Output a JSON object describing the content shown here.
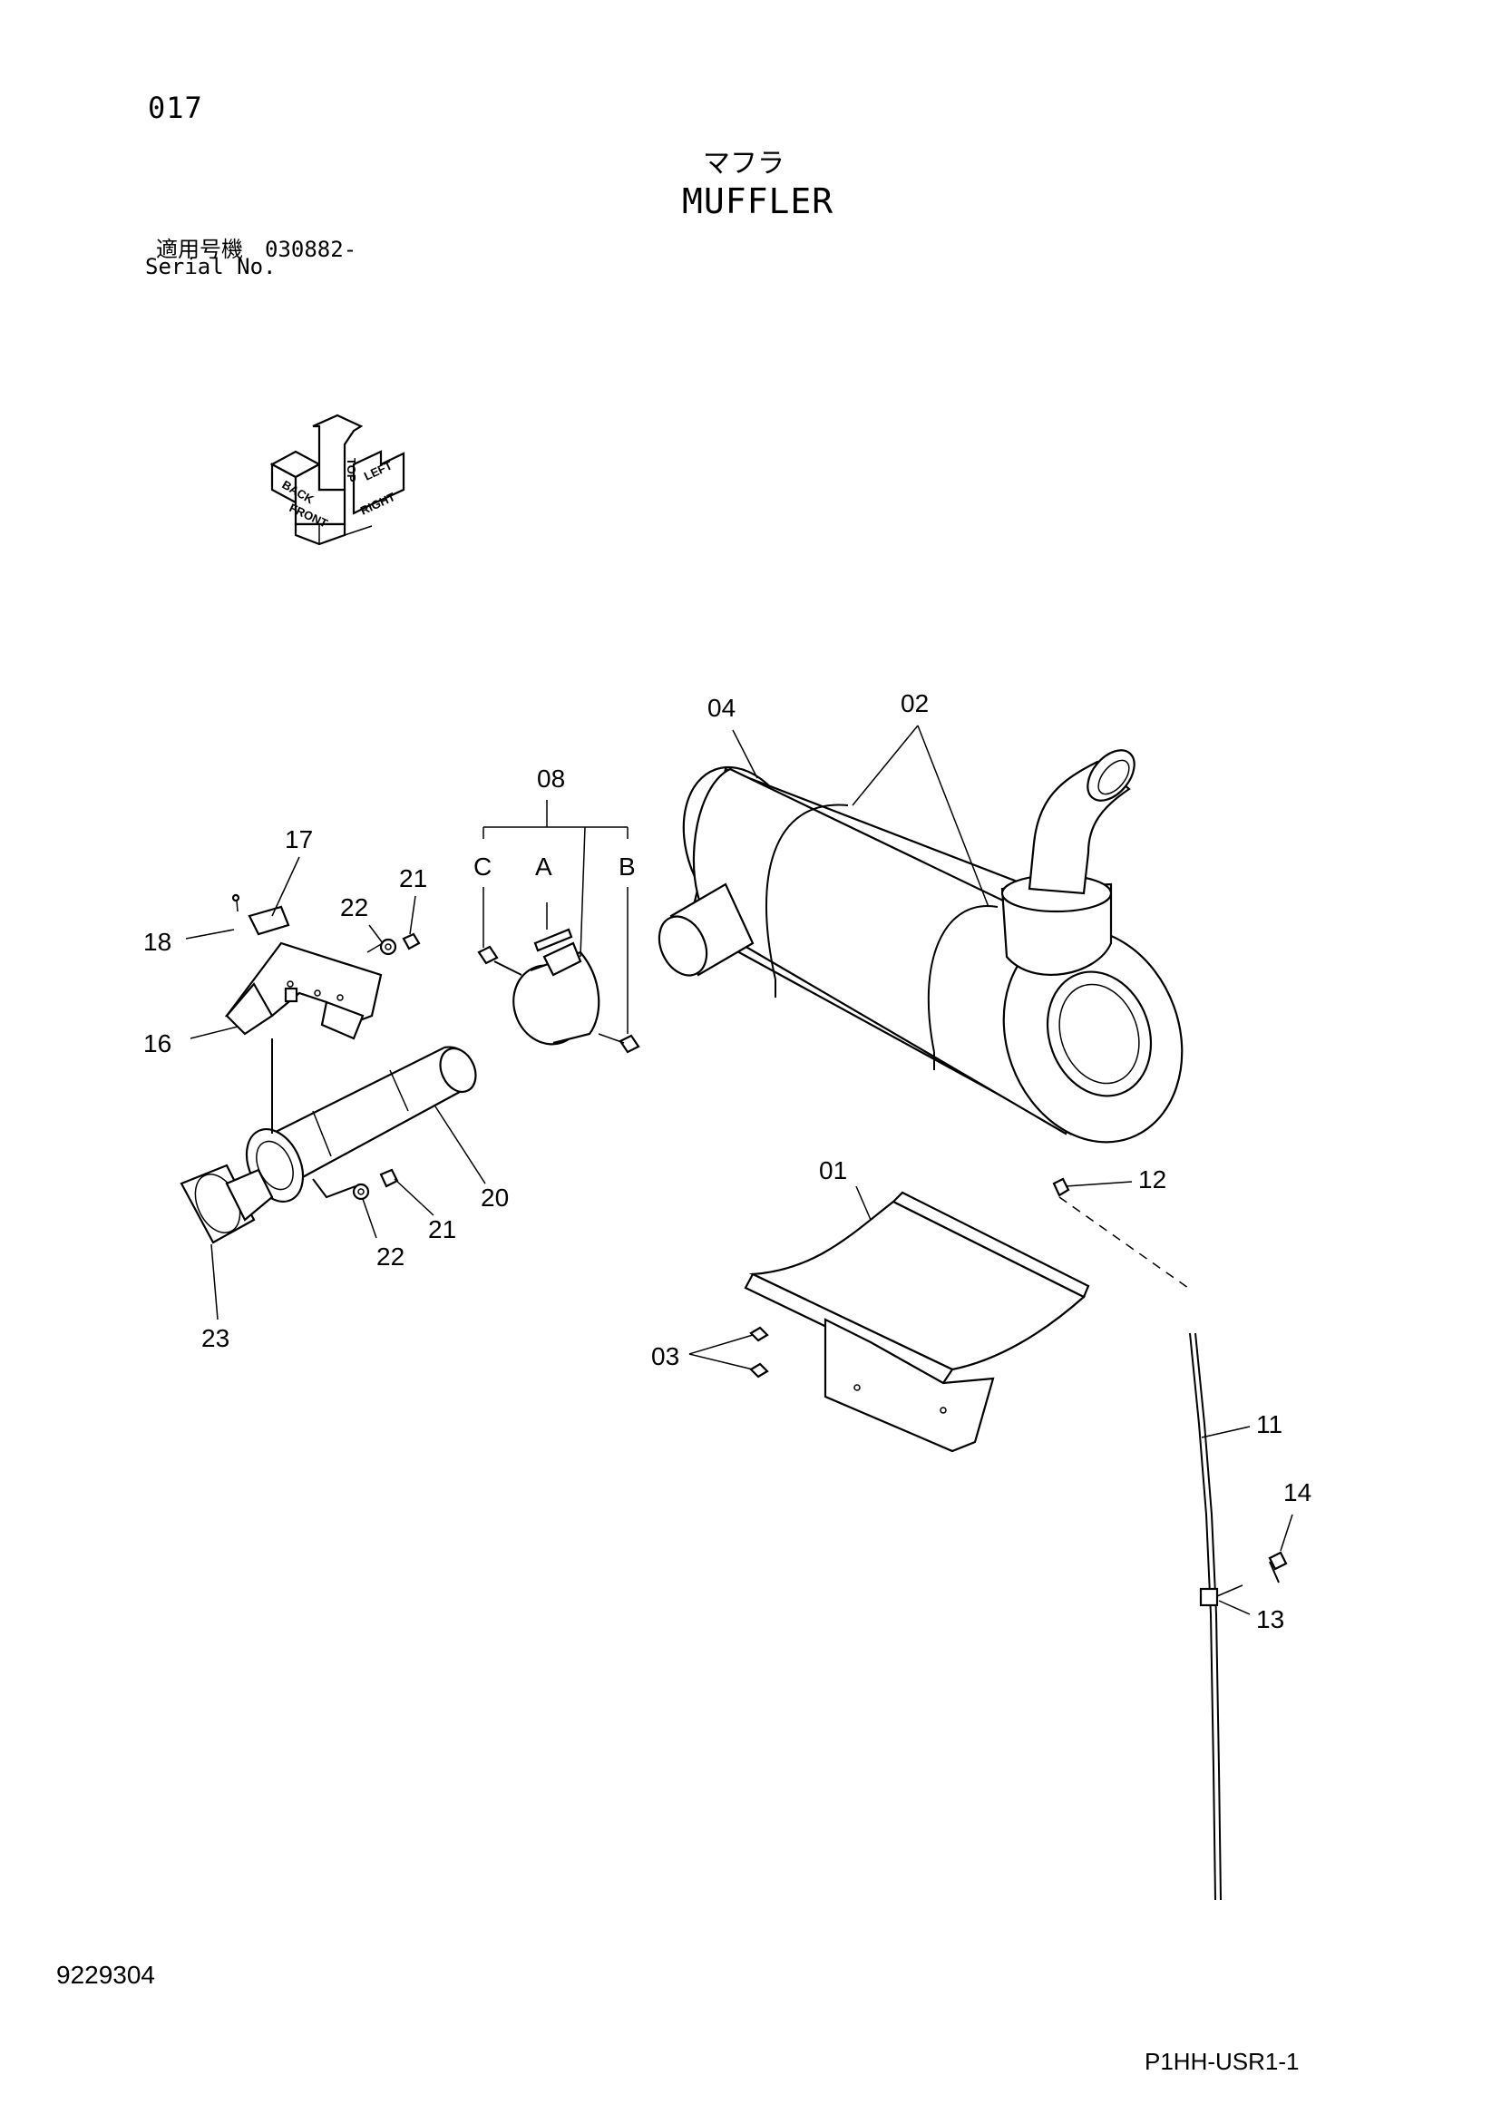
{
  "header": {
    "page_number": "017",
    "title_jp": "マフラ",
    "title_en": "MUFFLER",
    "serial_jp": "適用号機　030882-",
    "serial_en": "Serial No."
  },
  "orientation": {
    "back": "BACK",
    "top": "TOP",
    "left": "LEFT",
    "front": "FRONT",
    "right": "RIGHT"
  },
  "callouts": {
    "c01": "01",
    "c02": "02",
    "c03": "03",
    "c04": "04",
    "c08": "08",
    "cA": "A",
    "cB": "B",
    "cC": "C",
    "c11": "11",
    "c12": "12",
    "c13": "13",
    "c14": "14",
    "c16": "16",
    "c17": "17",
    "c18": "18",
    "c20": "20",
    "c21a": "21",
    "c21b": "21",
    "c22a": "22",
    "c22b": "22",
    "c23": "23"
  },
  "footer": {
    "doc_number": "9229304",
    "code": "P1HH-USR1-1"
  }
}
